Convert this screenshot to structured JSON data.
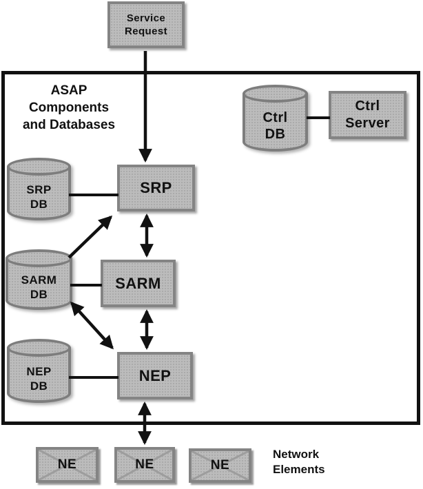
{
  "title": {
    "lines": [
      "ASAP",
      "Components",
      "and Databases"
    ]
  },
  "service_request": {
    "lines": [
      "Service",
      "Request"
    ]
  },
  "nodes": {
    "ctrl_db": {
      "lines": [
        "Ctrl",
        "DB"
      ]
    },
    "ctrl_server": {
      "lines": [
        "Ctrl",
        "Server"
      ]
    },
    "srp_db": {
      "lines": [
        "SRP",
        "DB"
      ]
    },
    "srp": {
      "label": "SRP"
    },
    "sarm_db": {
      "lines": [
        "SARM",
        "DB"
      ]
    },
    "sarm": {
      "label": "SARM"
    },
    "nep_db": {
      "lines": [
        "NEP",
        "DB"
      ]
    },
    "nep": {
      "label": "NEP"
    }
  },
  "network_elements": {
    "boxes": [
      {
        "label": "NE"
      },
      {
        "label": "NE"
      },
      {
        "label": "NE"
      }
    ],
    "caption_lines": [
      "Network",
      "Elements"
    ]
  },
  "edges": [
    {
      "id": "service-request-to-srp",
      "from": "Service Request",
      "to": "SRP",
      "type": "arrow"
    },
    {
      "id": "srp-sarm",
      "from": "SRP",
      "to": "SARM",
      "type": "double-arrow"
    },
    {
      "id": "sarm-nep",
      "from": "SARM",
      "to": "NEP",
      "type": "double-arrow"
    },
    {
      "id": "nep-network-elements",
      "from": "NEP",
      "to": "NE",
      "type": "double-arrow"
    },
    {
      "id": "sarm-db-to-srp",
      "from": "SARM DB",
      "to": "SRP",
      "type": "arrow"
    },
    {
      "id": "sarm-db-nep",
      "from": "SARM DB",
      "to": "NEP",
      "type": "double-arrow"
    },
    {
      "id": "srp-db-srp",
      "from": "SRP DB",
      "to": "SRP",
      "type": "line"
    },
    {
      "id": "sarm-db-sarm",
      "from": "SARM DB",
      "to": "SARM",
      "type": "line"
    },
    {
      "id": "nep-db-nep",
      "from": "NEP DB",
      "to": "NEP",
      "type": "line"
    },
    {
      "id": "ctrl-db-ctrl-server",
      "from": "Ctrl DB",
      "to": "Ctrl Server",
      "type": "line"
    }
  ],
  "colors": {
    "node_fill": "#bcbcbc",
    "node_border": "#848484",
    "cyl_border": "#7d7d7d",
    "container_border": "#111111",
    "arrow": "#111111",
    "cross_line": "#9d9d9d",
    "text": "#111111"
  }
}
